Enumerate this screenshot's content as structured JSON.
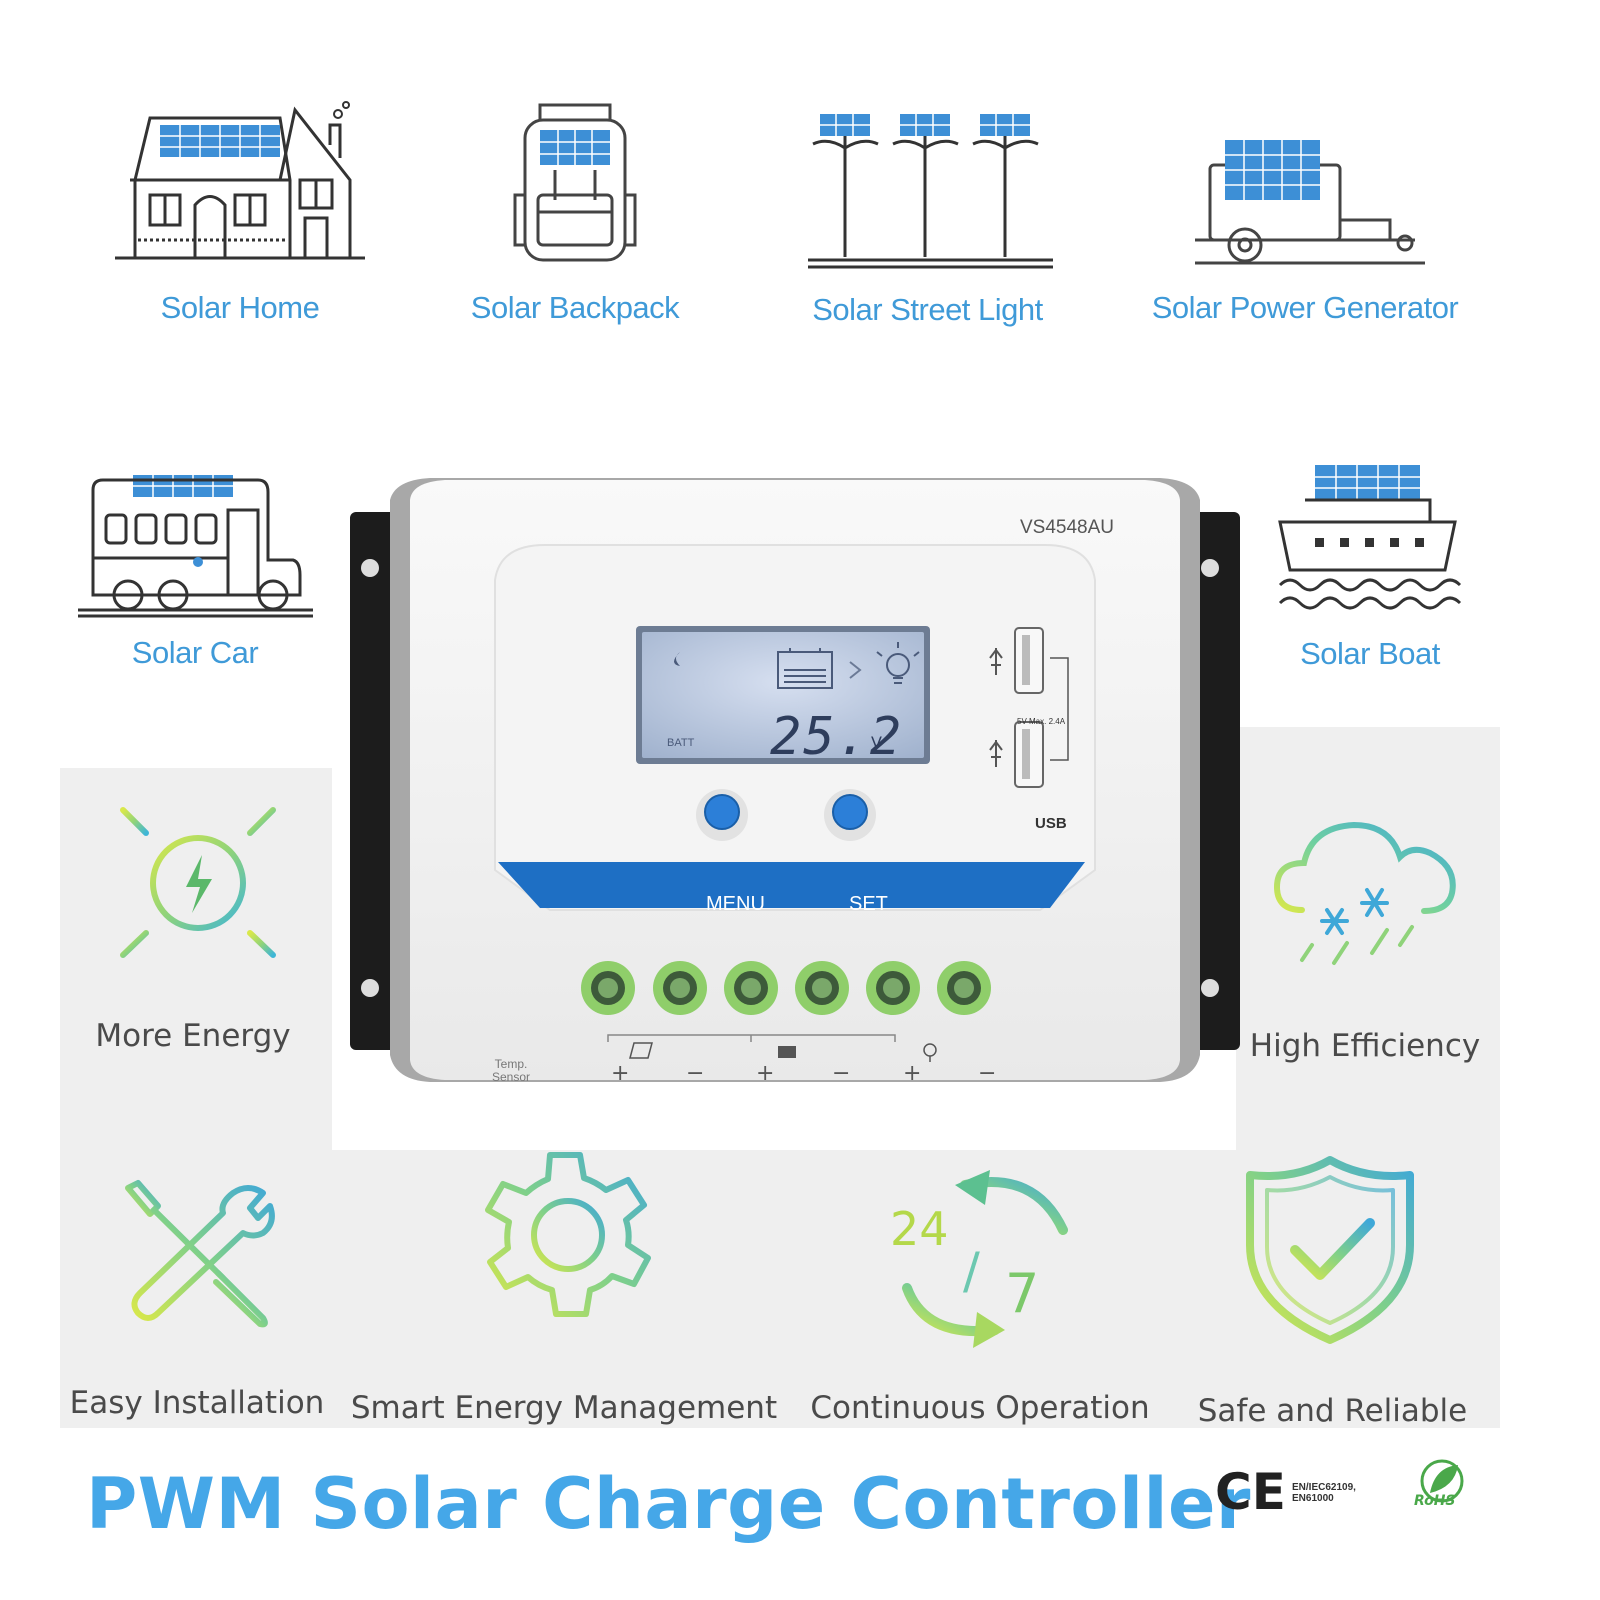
{
  "applications": {
    "solar_home": "Solar Home",
    "solar_backpack": "Solar Backpack",
    "solar_street_light": "Solar Street Light",
    "solar_power_generator": "Solar Power Generator",
    "solar_car": "Solar Car",
    "solar_boat": "Solar Boat"
  },
  "features": {
    "more_energy": "More Energy",
    "high_efficiency": "High Efficiency",
    "easy_installation": "Easy Installation",
    "smart_energy": "Smart Energy Management",
    "continuous_operation": "Continuous Operation",
    "safe_reliable": "Safe and Reliable",
    "clock_24": "24",
    "clock_slash": "/",
    "clock_7": "7"
  },
  "device": {
    "model": "VS4548AU",
    "lcd_value": "25.2",
    "lcd_unit": "V",
    "lcd_batt": "BATT",
    "menu_label": "MENU",
    "set_label": "SET",
    "usb_label": "USB",
    "usb_spec": "5V  Max. 2.4A",
    "temp_line1": "Temp.",
    "temp_line2": "Sensor",
    "terminals": [
      "+",
      "−",
      "+",
      "−",
      "+",
      "−"
    ]
  },
  "title": "PWM Solar Charge Controller",
  "certifications": {
    "ce": "CE",
    "standards_line1": "EN/IEC62109,",
    "standards_line2": "EN61000",
    "rohs": "RoHS"
  },
  "colors": {
    "accent_blue": "#45a7e8",
    "panel_blue": "#3d8fd6",
    "terminal_green": "#8fce6a",
    "device_stripe": "#1e6fc4"
  },
  "icons": [
    "house-icon",
    "backpack-icon",
    "street-light-icon",
    "generator-trailer-icon",
    "bus-icon",
    "boat-icon",
    "sun-energy-icon",
    "cloud-snow-icon",
    "tools-icon",
    "gear-icon",
    "clock-24-7-icon",
    "shield-check-icon"
  ]
}
